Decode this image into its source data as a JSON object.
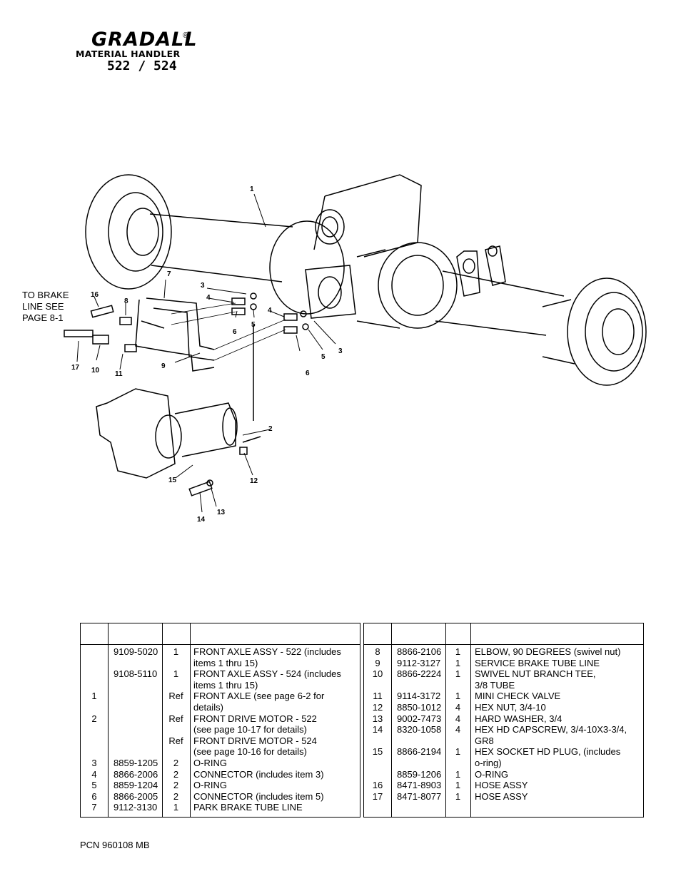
{
  "header": {
    "brand": "GRADALL",
    "registered_mark": "®",
    "product_line": "MATERIAL HANDLER",
    "models": "522 / 524"
  },
  "diagram": {
    "brake_note": [
      "TO BRAKE",
      "LINE SEE",
      "PAGE 8-1"
    ],
    "callouts": [
      "1",
      "2",
      "3",
      "3",
      "4",
      "4",
      "5",
      "5",
      "6",
      "6",
      "7",
      "8",
      "9",
      "10",
      "11",
      "12",
      "13",
      "14",
      "15",
      "16",
      "17"
    ]
  },
  "parts_table": {
    "left": [
      {
        "item": "",
        "part": "9109-5020",
        "qty": "1",
        "desc": "FRONT AXLE ASSY  - 522  (includes"
      },
      {
        "item": "",
        "part": "",
        "qty": "",
        "desc": "items 1 thru 15)"
      },
      {
        "item": "",
        "part": "9108-5110",
        "qty": "1",
        "desc": "FRONT AXLE ASSY  - 524  (includes"
      },
      {
        "item": "",
        "part": "",
        "qty": "",
        "desc": "items 1 thru 15)"
      },
      {
        "item": "1",
        "part": "",
        "qty": "Ref",
        "desc": "FRONT AXLE (see page 6-2 for"
      },
      {
        "item": "",
        "part": "",
        "qty": "",
        "desc": "details)"
      },
      {
        "item": "2",
        "part": "",
        "qty": "Ref",
        "desc": "FRONT DRIVE MOTOR - 522"
      },
      {
        "item": "",
        "part": "",
        "qty": "",
        "desc": "(see page 10-17 for details)"
      },
      {
        "item": "",
        "part": "",
        "qty": "Ref",
        "desc": "FRONT DRIVE MOTOR - 524"
      },
      {
        "item": "",
        "part": "",
        "qty": "",
        "desc": "(see page 10-16 for details)"
      },
      {
        "item": "3",
        "part": "8859-1205",
        "qty": "2",
        "desc": "O-RING"
      },
      {
        "item": "4",
        "part": "8866-2006",
        "qty": "2",
        "desc": "CONNECTOR (includes item 3)"
      },
      {
        "item": "5",
        "part": "8859-1204",
        "qty": "2",
        "desc": "O-RING"
      },
      {
        "item": "6",
        "part": "8866-2005",
        "qty": "2",
        "desc": "CONNECTOR (includes item 5)"
      },
      {
        "item": "7",
        "part": "9112-3130",
        "qty": "1",
        "desc": "PARK BRAKE TUBE LINE"
      }
    ],
    "right": [
      {
        "item": "8",
        "part": "8866-2106",
        "qty": "1",
        "desc": "ELBOW, 90 DEGREES (swivel nut)"
      },
      {
        "item": "9",
        "part": "9112-3127",
        "qty": "1",
        "desc": "SERVICE BRAKE TUBE LINE"
      },
      {
        "item": "10",
        "part": "8866-2224",
        "qty": "1",
        "desc": "SWIVEL NUT BRANCH TEE,"
      },
      {
        "item": "",
        "part": "",
        "qty": "",
        "desc": "3/8 TUBE"
      },
      {
        "item": "11",
        "part": "9114-3172",
        "qty": "1",
        "desc": "MINI CHECK VALVE"
      },
      {
        "item": "12",
        "part": "8850-1012",
        "qty": "4",
        "desc": "HEX NUT, 3/4-10"
      },
      {
        "item": "13",
        "part": "9002-7473",
        "qty": "4",
        "desc": "HARD WASHER, 3/4"
      },
      {
        "item": "14",
        "part": "8320-1058",
        "qty": "4",
        "desc": "HEX HD CAPSCREW, 3/4-10X3-3/4,"
      },
      {
        "item": "",
        "part": "",
        "qty": "",
        "desc": "GR8"
      },
      {
        "item": "15",
        "part": "8866-2194",
        "qty": "1",
        "desc": "HEX SOCKET HD PLUG, (includes"
      },
      {
        "item": "",
        "part": "",
        "qty": "",
        "desc": "o-ring)"
      },
      {
        "item": "",
        "part": "8859-1206",
        "qty": "1",
        "desc": "O-RING"
      },
      {
        "item": "16",
        "part": "8471-8903",
        "qty": "1",
        "desc": "HOSE ASSY"
      },
      {
        "item": "17",
        "part": "8471-8077",
        "qty": "1",
        "desc": "HOSE ASSY"
      }
    ]
  },
  "footer": {
    "pcn": "PCN 960108 MB"
  }
}
